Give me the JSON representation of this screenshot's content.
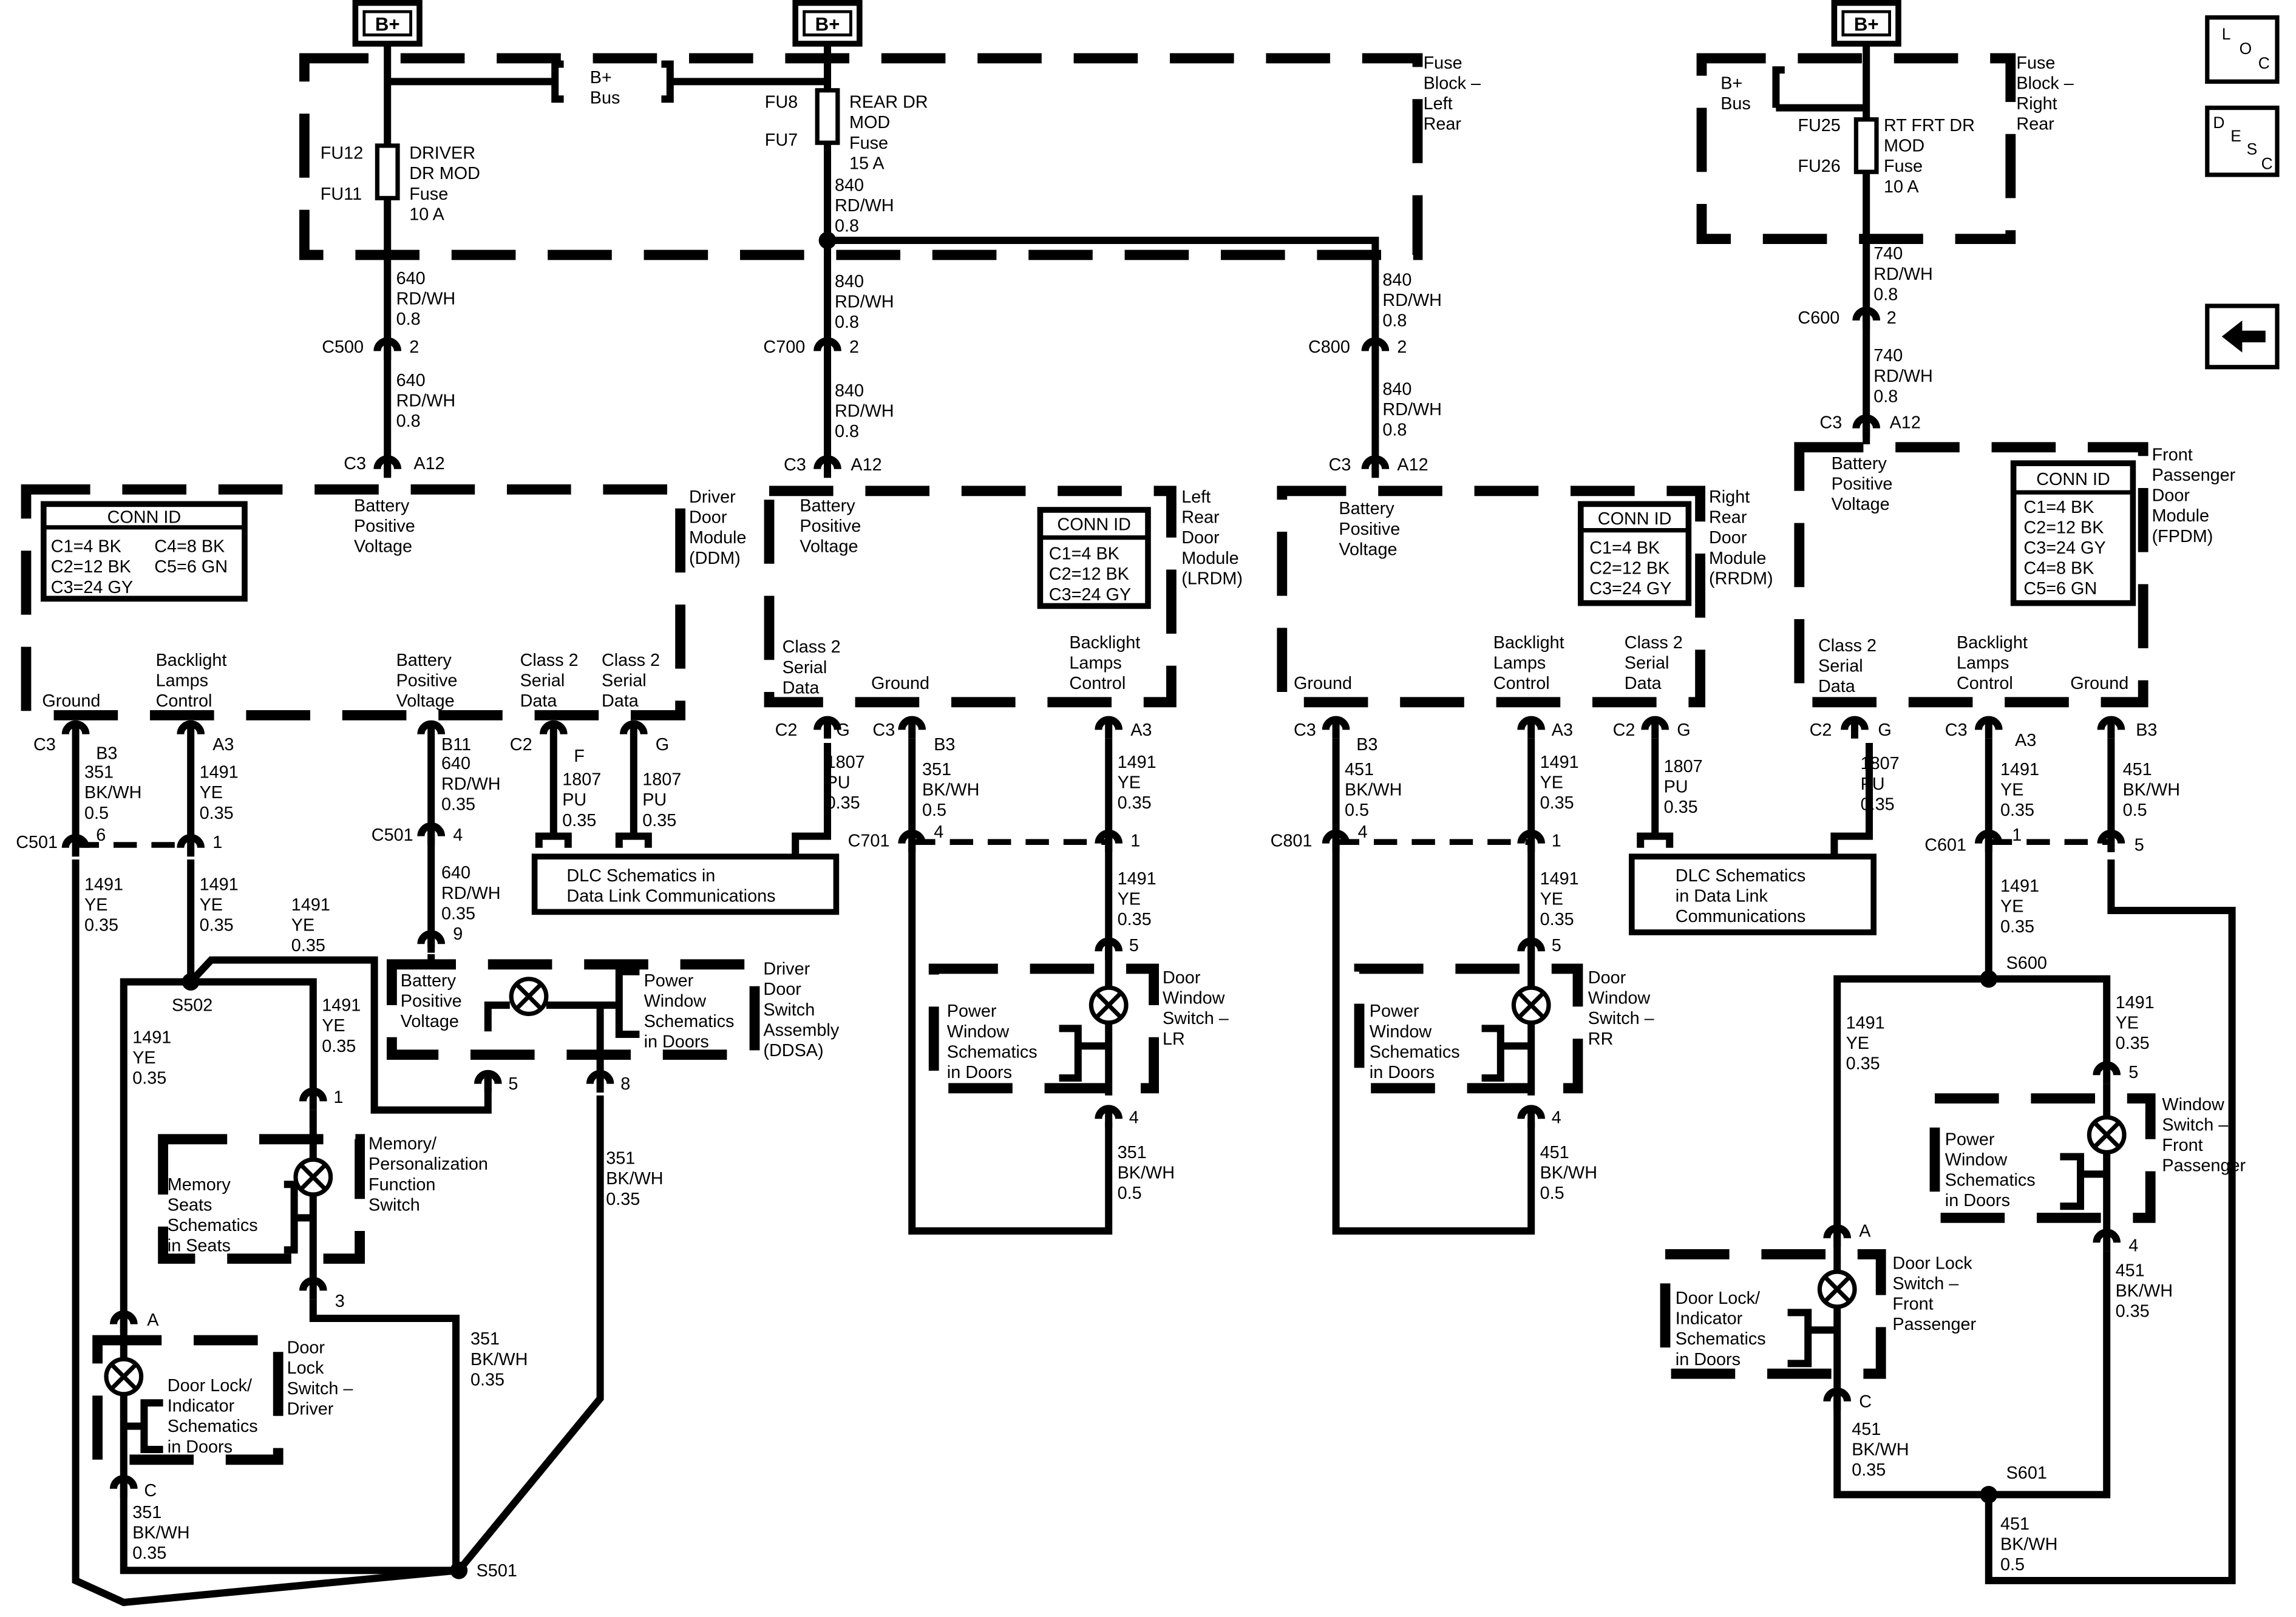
{
  "bplus": "B+",
  "nav": {
    "loc": [
      "L",
      "O",
      "C"
    ],
    "desc": [
      "D",
      "E",
      "S",
      "C"
    ],
    "back_icon": "arrow-left-icon"
  },
  "fuse_left": {
    "label": [
      "Fuse",
      "Block –",
      "Left",
      "Rear"
    ],
    "bus": [
      "B+",
      "Bus"
    ],
    "driver_fuse": {
      "ids": [
        "FU12",
        "FU11"
      ],
      "text": [
        "DRIVER",
        "DR MOD",
        "Fuse",
        "10 A"
      ]
    },
    "rear_fuse": {
      "ids": [
        "FU8",
        "FU7"
      ],
      "text": [
        "REAR DR",
        "MOD",
        "Fuse",
        "15 A"
      ]
    }
  },
  "fuse_right": {
    "label": [
      "Fuse",
      "Block –",
      "Right",
      "Rear"
    ],
    "bus": [
      "B+",
      "Bus"
    ],
    "fuse": {
      "ids": [
        "FU25",
        "FU26"
      ],
      "text": [
        "RT FRT DR",
        "MOD",
        "Fuse",
        "10 A"
      ]
    }
  },
  "wires": {
    "w640": [
      "640",
      "RD/WH",
      "0.8"
    ],
    "w840": [
      "840",
      "RD/WH",
      "0.8"
    ],
    "w740": [
      "740",
      "RD/WH",
      "0.8"
    ],
    "w640_035": [
      "640",
      "RD/WH",
      "0.35"
    ],
    "w351_05": [
      "351",
      "BK/WH",
      "0.5"
    ],
    "w351_035": [
      "351",
      "BK/WH",
      "0.35"
    ],
    "w451_05": [
      "451",
      "BK/WH",
      "0.5"
    ],
    "w451_035": [
      "451",
      "BK/WH",
      "0.35"
    ],
    "w1491": [
      "1491",
      "YE",
      "0.35"
    ],
    "w1807": [
      "1807",
      "PU",
      "0.35"
    ]
  },
  "connectors": {
    "C500": "C500",
    "C700": "C700",
    "C800": "C800",
    "C600": "C600",
    "C501": "C501",
    "C701": "C701",
    "C801": "C801",
    "C601": "C601",
    "C3": "C3",
    "C2": "C2",
    "A12": "A12",
    "A3": "A3",
    "B3": "B3",
    "B11": "B11",
    "F": "F",
    "G": "G",
    "A": "A",
    "C": "C",
    "p1": "1",
    "p2": "2",
    "p3": "3",
    "p4": "4",
    "p5": "5",
    "p6": "6",
    "p8": "8",
    "p9": "9"
  },
  "splices": {
    "S502": "S502",
    "S501": "S501",
    "S600": "S600",
    "S601": "S601"
  },
  "pin_labels": {
    "battery_positive_voltage": [
      "Battery",
      "Positive",
      "Voltage"
    ],
    "class2_serial_data": [
      "Class 2",
      "Serial",
      "Data"
    ],
    "backlight_lamps_control": [
      "Backlight",
      "Lamps",
      "Control"
    ],
    "ground": "Ground"
  },
  "modules": {
    "ddm": {
      "label": [
        "Driver",
        "Door",
        "Module",
        "(DDM)"
      ],
      "conn_title": "CONN ID",
      "conn": [
        "C1=4 BK",
        "C4=8 BK",
        "C2=12 BK",
        "C5=6 GN",
        "C3=24 GY"
      ]
    },
    "lrdm": {
      "label": [
        "Left",
        "Rear",
        "Door",
        "Module",
        "(LRDM)"
      ],
      "conn_title": "CONN ID",
      "conn": [
        "C1=4 BK",
        "C2=12 BK",
        "C3=24 GY"
      ]
    },
    "rrdm": {
      "label": [
        "Right",
        "Rear",
        "Door",
        "Module",
        "(RRDM)"
      ],
      "conn_title": "CONN ID",
      "conn": [
        "C1=4 BK",
        "C2=12 BK",
        "C3=24 GY"
      ]
    },
    "fpdm": {
      "label": [
        "Front",
        "Passenger",
        "Door",
        "Module",
        "(FPDM)"
      ],
      "conn_title": "CONN ID",
      "conn": [
        "C1=4 BK",
        "C2=12 BK",
        "C3=24 GY",
        "C4=8 BK",
        "C5=6 GN"
      ]
    }
  },
  "dlc": [
    "DLC Schematics in",
    "Data Link Communications"
  ],
  "dlc2": [
    "DLC Schematics",
    "in Data Link",
    "Communications"
  ],
  "ddsa": {
    "label": [
      "Driver",
      "Door",
      "Switch",
      "Assembly",
      "(DDSA)"
    ],
    "inner": [
      "Power",
      "Window",
      "Schematics",
      "in Doors"
    ]
  },
  "memory_switch": {
    "label": [
      "Memory/",
      "Personalization",
      "Function",
      "Switch"
    ],
    "inner": [
      "Memory",
      "Seats",
      "Schematics",
      "in Seats"
    ]
  },
  "door_lock_driver": {
    "label": [
      "Door",
      "Lock",
      "Switch –",
      "Driver"
    ],
    "inner": [
      "Door Lock/",
      "Indicator",
      "Schematics",
      "in Doors"
    ]
  },
  "window_lr": {
    "label": [
      "Door",
      "Window",
      "Switch –",
      "LR"
    ],
    "inner": [
      "Power",
      "Window",
      "Schematics",
      "in Doors"
    ]
  },
  "window_rr": {
    "label": [
      "Door",
      "Window",
      "Switch –",
      "RR"
    ],
    "inner": [
      "Power",
      "Window",
      "Schematics",
      "in Doors"
    ]
  },
  "window_fp": {
    "label": [
      "Window",
      "Switch –",
      "Front",
      "Passenger"
    ],
    "inner": [
      "Power",
      "Window",
      "Schematics",
      "in Doors"
    ]
  },
  "door_lock_fp": {
    "label": [
      "Door Lock",
      "Switch –",
      "Front",
      "Passenger"
    ],
    "inner": [
      "Door Lock/",
      "Indicator",
      "Schematics",
      "in Doors"
    ]
  }
}
